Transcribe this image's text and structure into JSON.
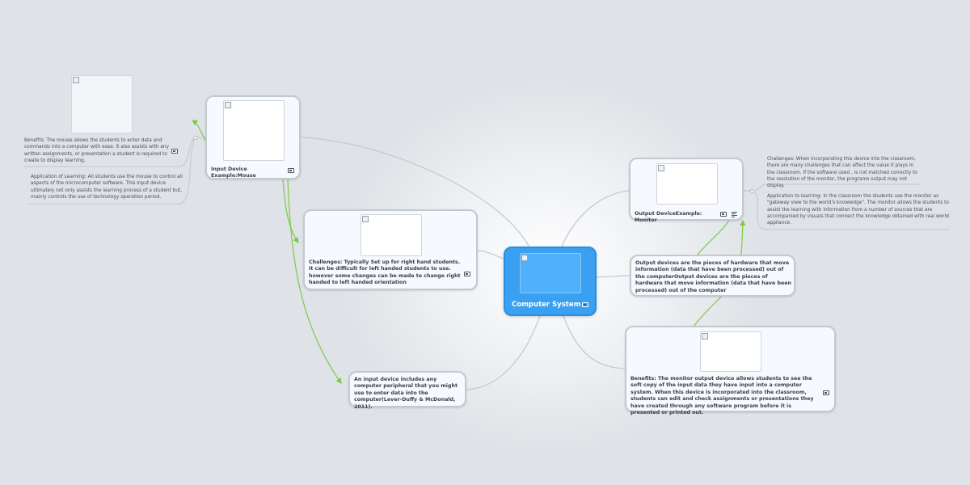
{
  "center": {
    "title": "Computer System",
    "icon": "image-icon"
  },
  "nodes": {
    "input_device": {
      "text": "Input Device Example:Mouse",
      "icon": "image-icon"
    },
    "challenges_input": {
      "text": "Challenges: Typically Set up for right hand students. It can be difficult for left handed students to use. however some changes can be made to change right handed to left handed orientation",
      "icon": "image-icon"
    },
    "input_definition": {
      "text": "An input device includes any computer peripheral that you might use to enter data into the computer(Lever-Duffy & McDonald, 2011)."
    },
    "output_device": {
      "text": "Output DeviceExample: Monitor",
      "icons": [
        "image-icon",
        "note-icon"
      ]
    },
    "output_definition": {
      "text": "Output devices are the pieces of hardware that move information (data that have been processed) out of the computerOutput devices are the pieces of hardware that move information (data that have been processed) out of the computer"
    },
    "benefits_output": {
      "text": "Benefits: The monitor output device allows students to see the soft copy of the input data they have input into a computer system. When this device is incorporated into the classroom, students can edit and check assignments or presentations they have created through any software program before it is presented or printed out.",
      "icon": "image-icon"
    }
  },
  "free_texts": {
    "benefits_mouse": {
      "text": "Benefits: The mouse allows the students to enter data and commands into a computer with ease. It also assists with any written assignments, or presentation a student is required to create to display learning.",
      "icon": "image-icon"
    },
    "application_mouse": {
      "text": "Application of Learning: All students use the mouse to control all aspects of the microcomputer software. This input device ultimately not only assists the learning process of a student but, mainly controls the use of technology operation period."
    },
    "challenges_monitor": {
      "text": "Challenges: When incorporating this device into the classroom, there are many challenges that can affect the value it plays in the classroom. If the software used , is not matched correctly to the resolution of the monitor, the programs output may not display."
    },
    "application_monitor": {
      "text": "Application to learning: In the classroom the students use the monitor as \"gateway view to the world's knowledge\". The monitor allows the students to assist the learning with information from a number of sources that are accompanied by visuals that connect the knowledge obtained with real world appliance."
    }
  },
  "colors": {
    "center_fill": "#3aa0f2",
    "node_border": "#c4c9d0",
    "link_gray": "#c3c7cc",
    "link_green": "#7cc94a",
    "background": "#dfe2e6"
  }
}
